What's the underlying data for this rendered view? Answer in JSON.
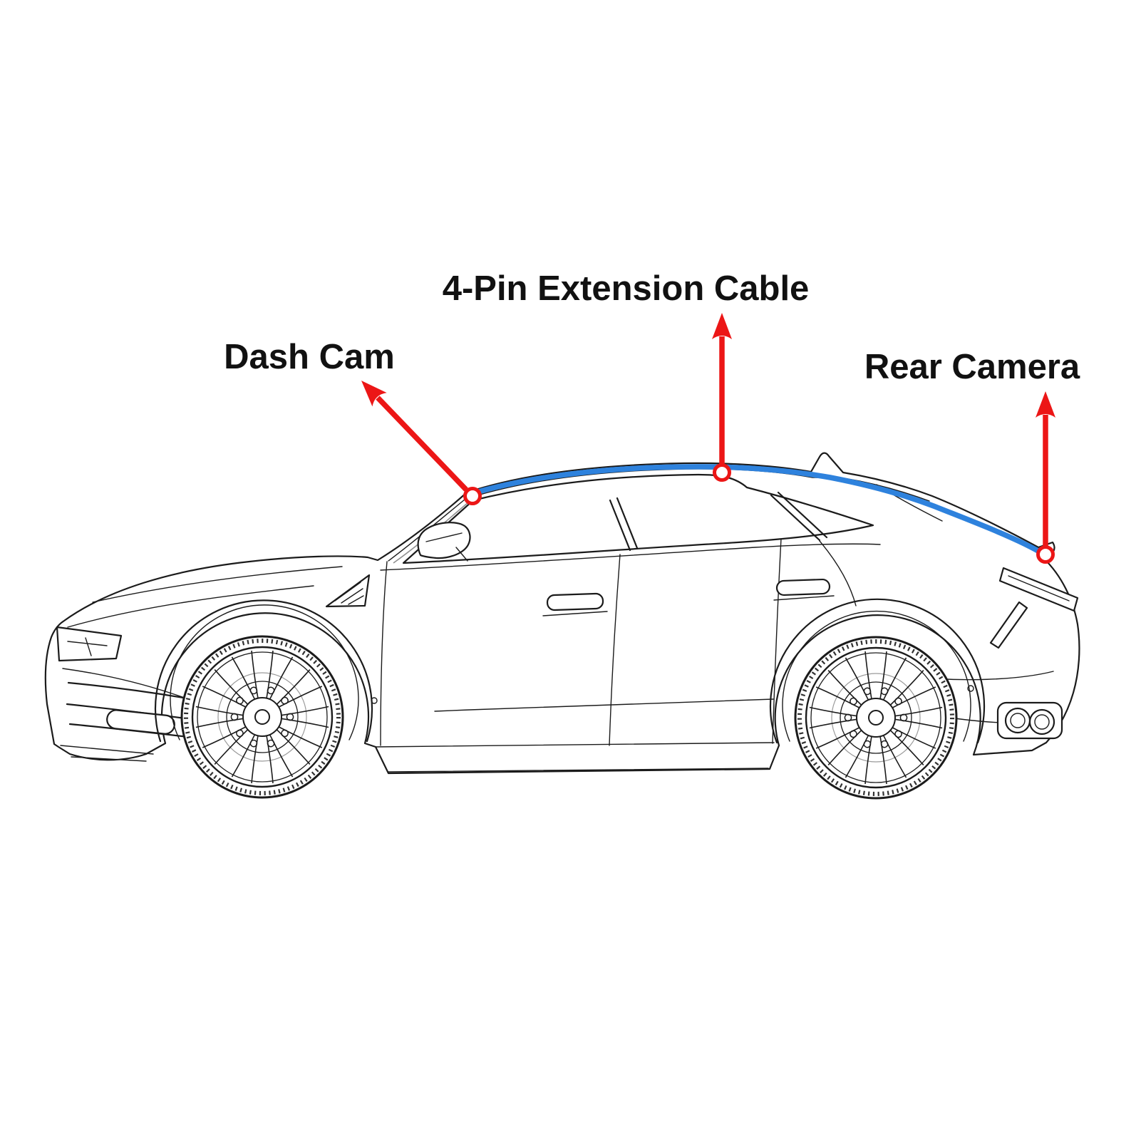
{
  "figure": {
    "description": "Dash cam installation wiring diagram over an SUV side-view line drawing",
    "background_color": "#ffffff"
  },
  "labels": {
    "dash_cam": "Dash Cam",
    "extension_cable": "4-Pin Extension Cable",
    "rear_camera": "Rear Camera"
  },
  "colors": {
    "annotation": "#ec1616",
    "cable": "#2e82dd",
    "outline": "#1b1b1b"
  },
  "callouts": [
    {
      "label": "Dash Cam",
      "marker": "circle",
      "location": "top of windshield at A-pillar"
    },
    {
      "label": "4-Pin Extension Cable",
      "marker": "circle",
      "location": "middle of roofline"
    },
    {
      "label": "Rear Camera",
      "marker": "circle",
      "location": "rear spoiler above tailgate"
    }
  ]
}
